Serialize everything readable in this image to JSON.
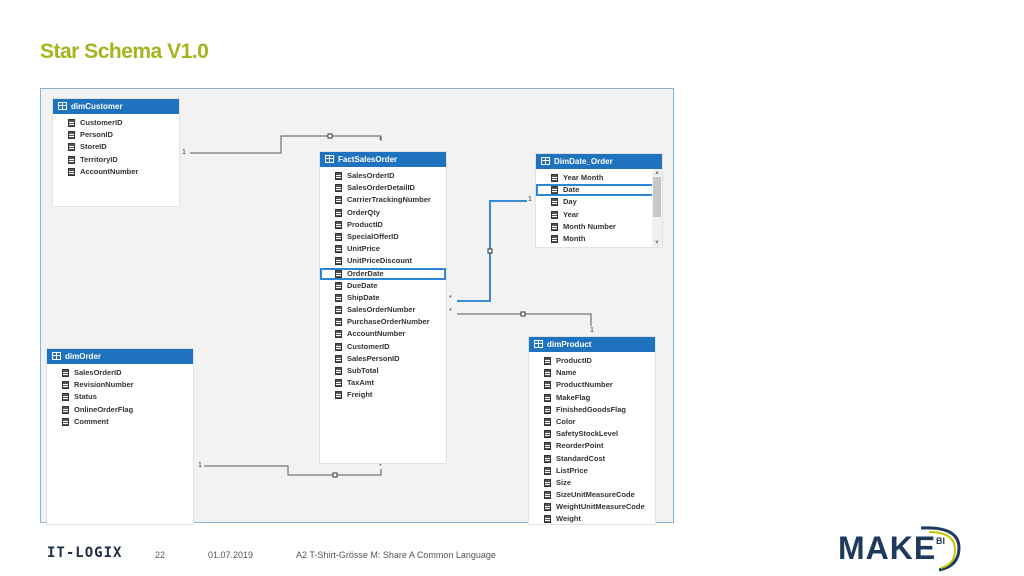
{
  "slide": {
    "title": "Star Schema V1.0"
  },
  "tables": {
    "dimCustomer": {
      "name": "dimCustomer",
      "columns": [
        "CustomerID",
        "PersonID",
        "StoreID",
        "TerritoryID",
        "AccountNumber"
      ]
    },
    "factSalesOrder": {
      "name": "FactSalesOrder",
      "columns": [
        "SalesOrderID",
        "SalesOrderDetailID",
        "CarrierTrackingNumber",
        "OrderQty",
        "ProductID",
        "SpecialOfferID",
        "UnitPrice",
        "UnitPriceDiscount",
        "OrderDate",
        "DueDate",
        "ShipDate",
        "SalesOrderNumber",
        "PurchaseOrderNumber",
        "AccountNumber",
        "CustomerID",
        "SalesPersonID",
        "SubTotal",
        "TaxAmt",
        "Freight"
      ]
    },
    "dimDateOrder": {
      "name": "DimDate_Order",
      "columns": [
        "Year Month",
        "Date",
        "Day",
        "Year",
        "Month Number",
        "Month"
      ]
    },
    "dimOrder": {
      "name": "dimOrder",
      "columns": [
        "SalesOrderID",
        "RevisionNumber",
        "Status",
        "OnlineOrderFlag",
        "Comment"
      ]
    },
    "dimProduct": {
      "name": "dimProduct",
      "columns": [
        "ProductID",
        "Name",
        "ProductNumber",
        "MakeFlag",
        "FinishedGoodsFlag",
        "Color",
        "SafetyStockLevel",
        "ReorderPoint",
        "StandardCost",
        "ListPrice",
        "Size",
        "SizeUnitMeasureCode",
        "WeightUnitMeasureCode",
        "Weight"
      ]
    }
  },
  "relationships": {
    "customer_one": "1",
    "customer_many": "*",
    "date_one": "1",
    "date_many": "*",
    "product_one": "1",
    "product_many": "*",
    "order_one": "1",
    "order_many": "*"
  },
  "footer": {
    "company": "IT-LOGIX",
    "page_number": "22",
    "date": "01.07.2019",
    "caption": "A2 T-Shirt-Grösse M: Share A Common Language",
    "logo_text": "MAKE",
    "logo_sup": "BI"
  },
  "colors": {
    "title": "#a6b41e",
    "table_header": "#1f72be",
    "selection": "#2e86d4",
    "logo": "#1d3a5c",
    "logo_arc": "#c8c800"
  }
}
